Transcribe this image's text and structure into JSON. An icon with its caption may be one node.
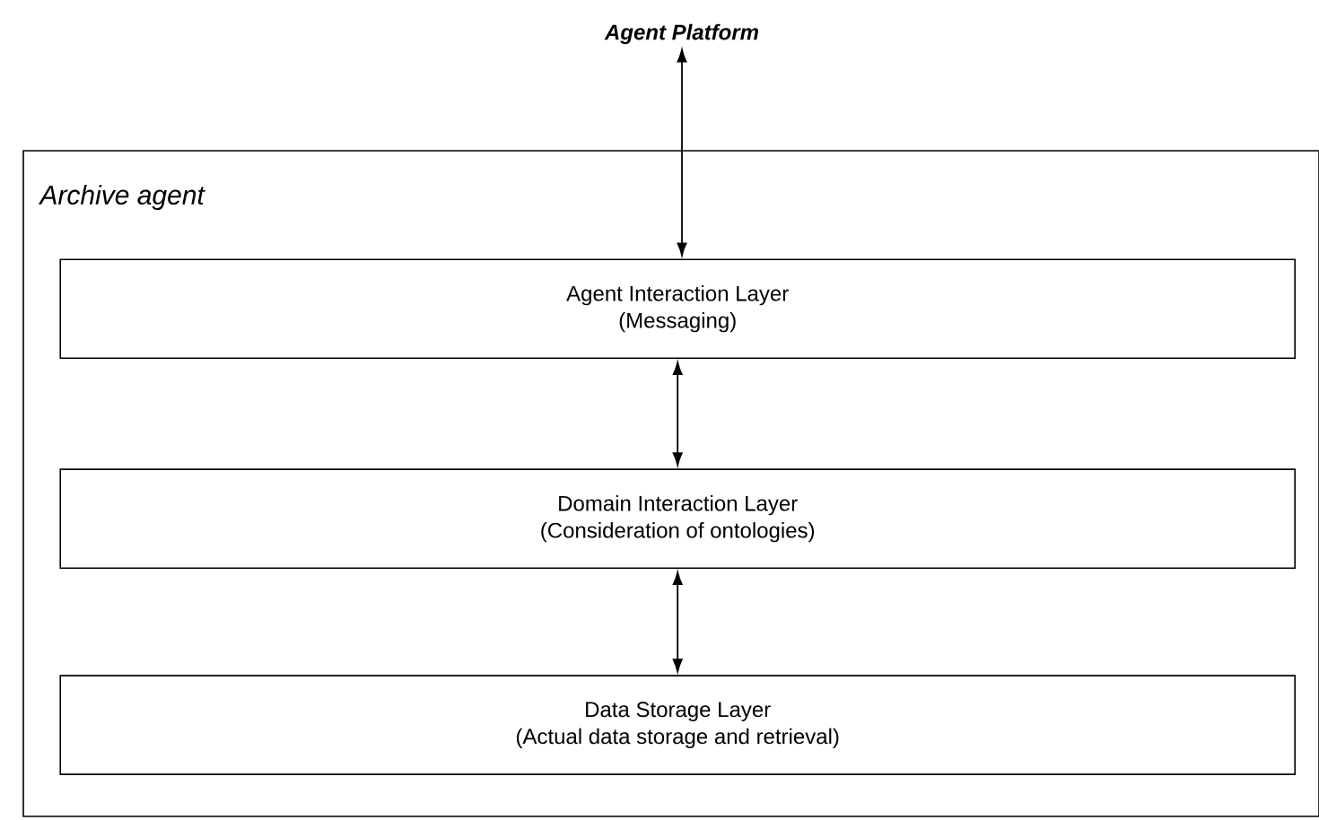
{
  "diagram": {
    "nodes": [
      {
        "text": [
          "Agent Platform"
        ]
      },
      {
        "text": [
          "Archive agent"
        ]
      },
      {
        "text": [
          "Agent Interaction Layer",
          "(Messaging)"
        ],
        "in": 1
      },
      {
        "text": [
          "Domain Interaction Layer",
          "(Consideration of ontologies)"
        ],
        "in": 1
      },
      {
        "text": [
          "Data Storage Layer",
          "(Actual data storage and retrieval)"
        ],
        "in": 1
      }
    ],
    "edges": [
      {
        "from": 0,
        "to": 2,
        "arrow": "both"
      },
      {
        "from": 2,
        "to": 3,
        "arrow": "both"
      },
      {
        "from": 3,
        "to": 4,
        "arrow": "both"
      }
    ]
  }
}
